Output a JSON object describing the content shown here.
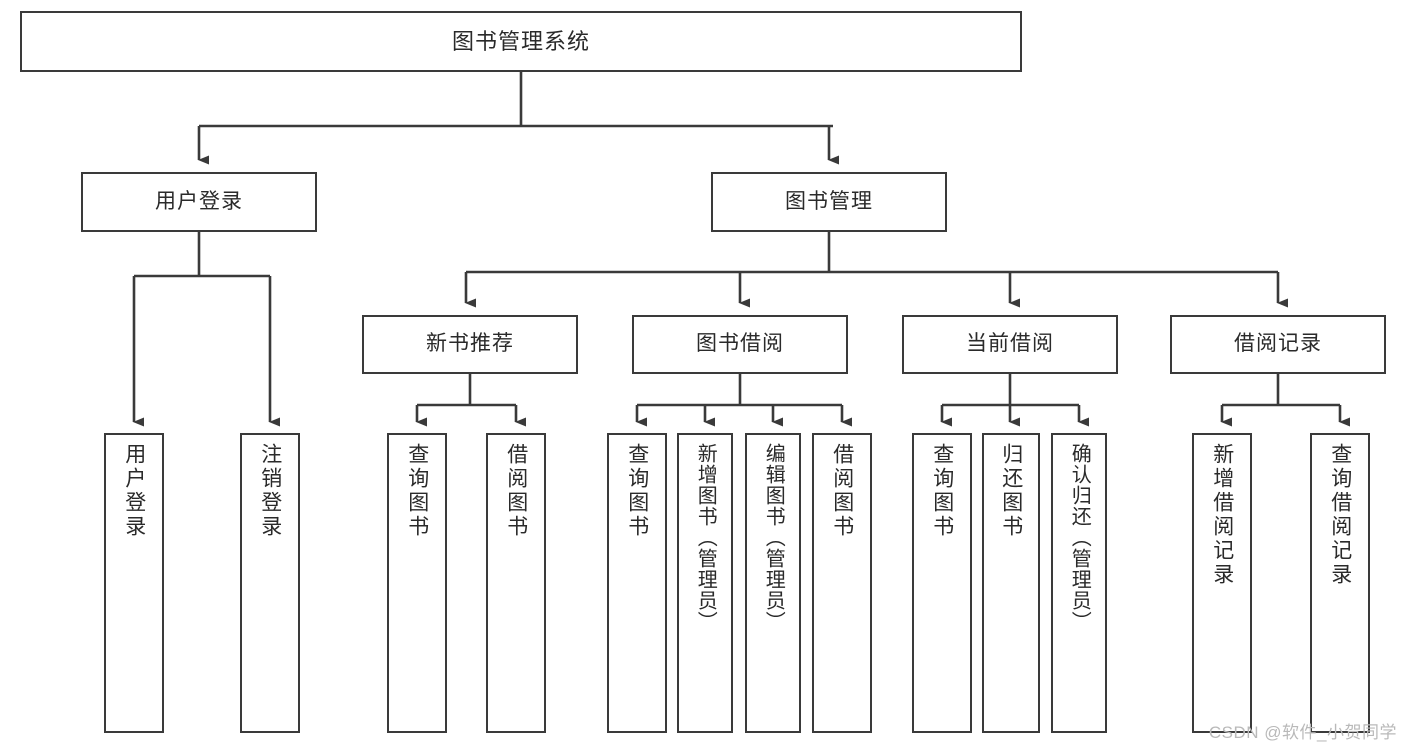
{
  "diagram": {
    "type": "tree",
    "title": "图书管理系统",
    "background_color": "#ffffff",
    "line_color": "#3a3a3a",
    "text_color": "#2a2a2a",
    "orientation": "top-down",
    "levels": 4
  },
  "nodes": {
    "root": {
      "label": "图书管理系统"
    },
    "level2": [
      {
        "label": "用户登录"
      },
      {
        "label": "图书管理"
      }
    ],
    "level3": [
      {
        "label": "新书推荐"
      },
      {
        "label": "图书借阅"
      },
      {
        "label": "当前借阅"
      },
      {
        "label": "借阅记录"
      }
    ],
    "leaves": {
      "user_login": [
        {
          "label": "用户登录"
        },
        {
          "label": "注销登录"
        }
      ],
      "new_book_recommend": [
        {
          "label": "查询图书"
        },
        {
          "label": "借阅图书"
        }
      ],
      "book_borrow": [
        {
          "label": "查询图书"
        },
        {
          "label": "新增图书（管理员）"
        },
        {
          "label": "编辑图书（管理员）"
        },
        {
          "label": "借阅图书"
        }
      ],
      "current_borrow": [
        {
          "label": "查询图书"
        },
        {
          "label": "归还图书"
        },
        {
          "label": "确认归还（管理员）"
        }
      ],
      "borrow_record": [
        {
          "label": "新增借阅记录"
        },
        {
          "label": "查询借阅记录"
        }
      ]
    }
  },
  "watermark": {
    "text": "CSDN @软件_小贺同学"
  }
}
